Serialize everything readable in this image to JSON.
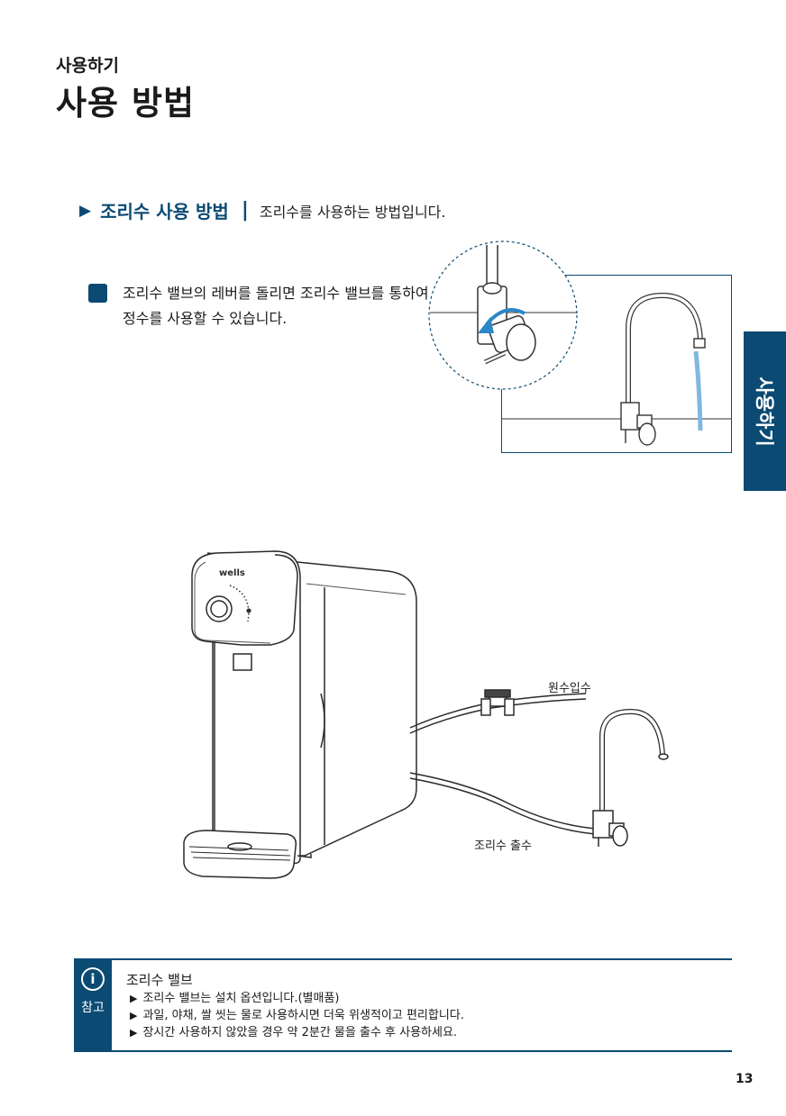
{
  "header": {
    "section_label": "사용하기",
    "page_title": "사용 방법"
  },
  "heading": {
    "marker": "▶",
    "title": "조리수 사용 방법",
    "separator": "|",
    "description": "조리수를 사용하는 방법입니다."
  },
  "instruction": {
    "text": "조리수 밸브의 레버를 돌리면 조리수 밸브를 통하여 정수를 사용할 수 있습니다."
  },
  "side_tab": {
    "label": "사용하기"
  },
  "diagram": {
    "brand": "wells",
    "inlet_label": "원수입수",
    "outlet_label": "조리수 출수"
  },
  "note": {
    "icon": "i",
    "ref_label": "참고",
    "title": "조리수 밸브",
    "items": [
      "조리수 밸브는 설치 옵션입니다.(별매품)",
      "과일, 야채, 쌀 씻는 물로 사용하시면 더욱 위생적이고 편리합니다.",
      "장시간 사용하지 않았을 경우 약 2분간 물을 출수 후 사용하세요."
    ]
  },
  "page_number": "13",
  "colors": {
    "accent": "#0b4a73",
    "water": "#7fb8df"
  }
}
